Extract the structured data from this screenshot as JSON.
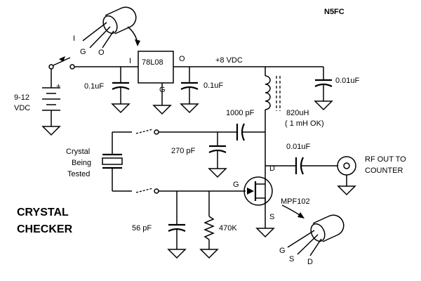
{
  "title": {
    "line1": "CRYSTAL",
    "line2": "CHECKER"
  },
  "callsign": "N5FC",
  "supply": {
    "voltage_line1": "9-12",
    "voltage_line2": "VDC",
    "plus_sign": "+"
  },
  "regulator": {
    "part": "78L08",
    "pin_in": "I",
    "pin_out": "O",
    "pin_gnd": "G"
  },
  "regulator_pkg_pins": {
    "i": "I",
    "g": "G",
    "o": "O"
  },
  "caps": {
    "c_in": "0.1uF",
    "c_out": "0.1uF",
    "c_bypass": "0.01uF",
    "c_feedback": "1000 pF",
    "c_osc": "270 pF",
    "c_gate": "56 pF",
    "c_output": "0.01uF"
  },
  "rail_label": "+8 VDC",
  "choke": {
    "value": "820uH",
    "note": "( 1 mH  OK)"
  },
  "crystal": {
    "line1": "Crystal",
    "line2": "Being",
    "line3": "Tested"
  },
  "resistor": "470K",
  "fet": {
    "part": "MPF102",
    "gate": "G",
    "drain": "D",
    "source": "S"
  },
  "fet_pkg_pins": {
    "g": "G",
    "s": "S",
    "d": "D"
  },
  "output": {
    "line1": "RF OUT TO",
    "line2": "COUNTER"
  }
}
